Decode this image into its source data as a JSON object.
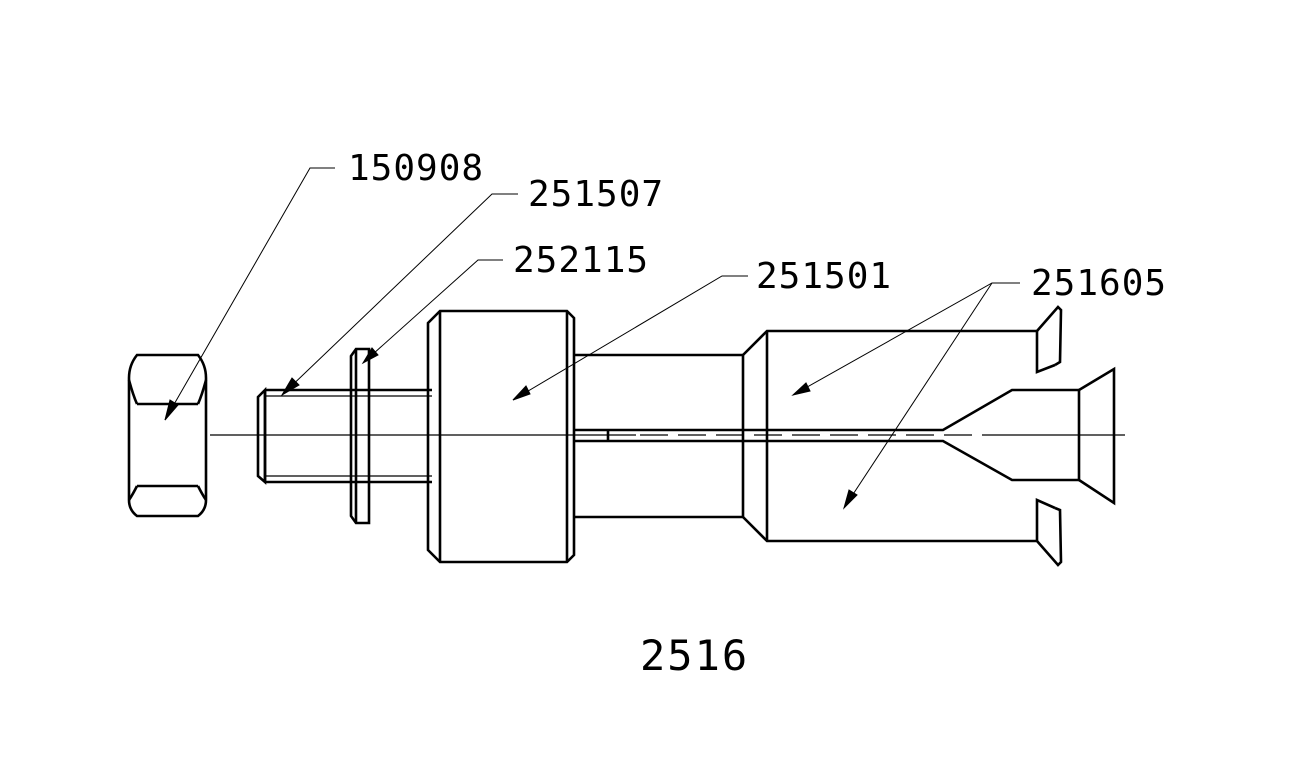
{
  "drawing": {
    "assembly_number": "2516",
    "callouts": [
      {
        "id": "nut",
        "label": "150908"
      },
      {
        "id": "bolt",
        "label": "251507"
      },
      {
        "id": "washer",
        "label": "252115"
      },
      {
        "id": "body",
        "label": "251501"
      },
      {
        "id": "expansion-shell",
        "label": "251605"
      }
    ]
  },
  "colors": {
    "line": "#000000",
    "background": "#ffffff"
  }
}
